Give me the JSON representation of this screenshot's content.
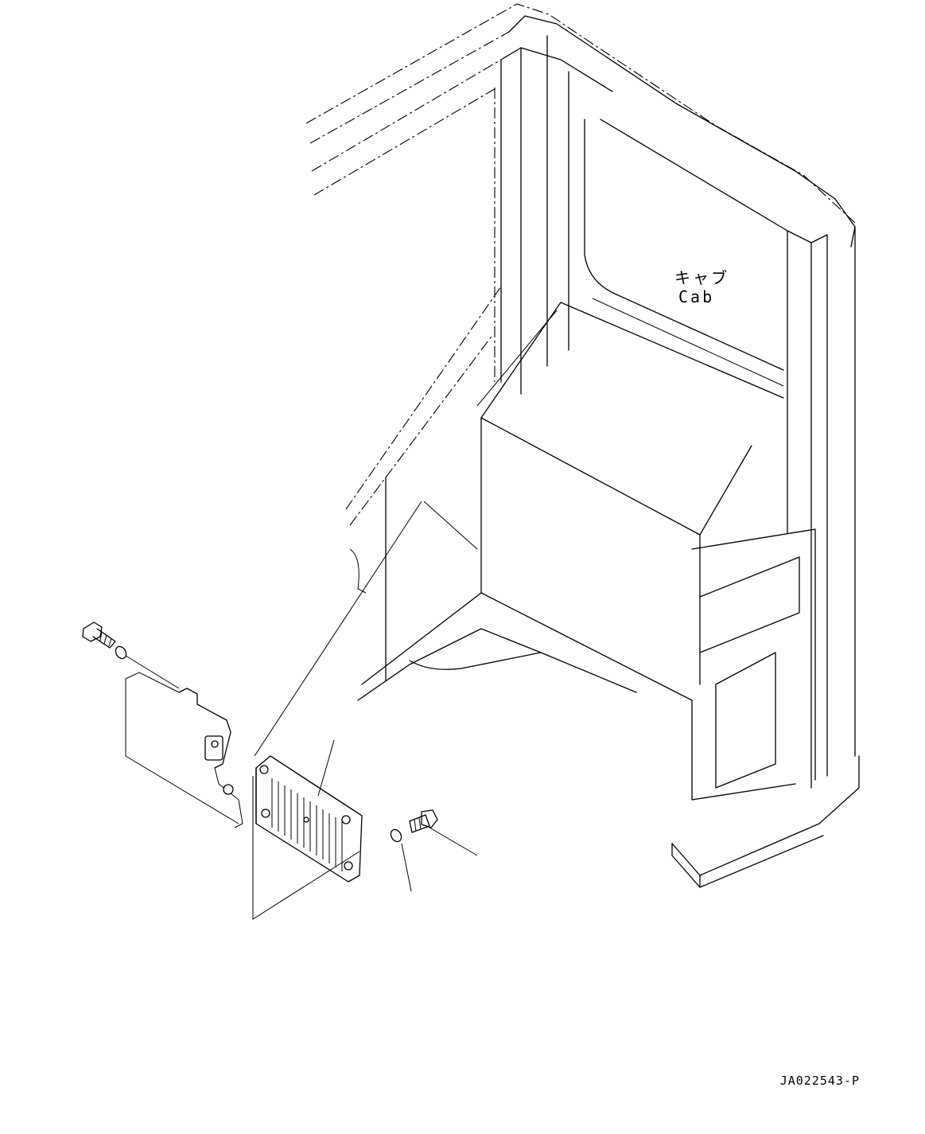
{
  "labels": {
    "cab_japanese": "キャブ",
    "cab_english": "Cab"
  },
  "drawing_number": "JA022543-P"
}
